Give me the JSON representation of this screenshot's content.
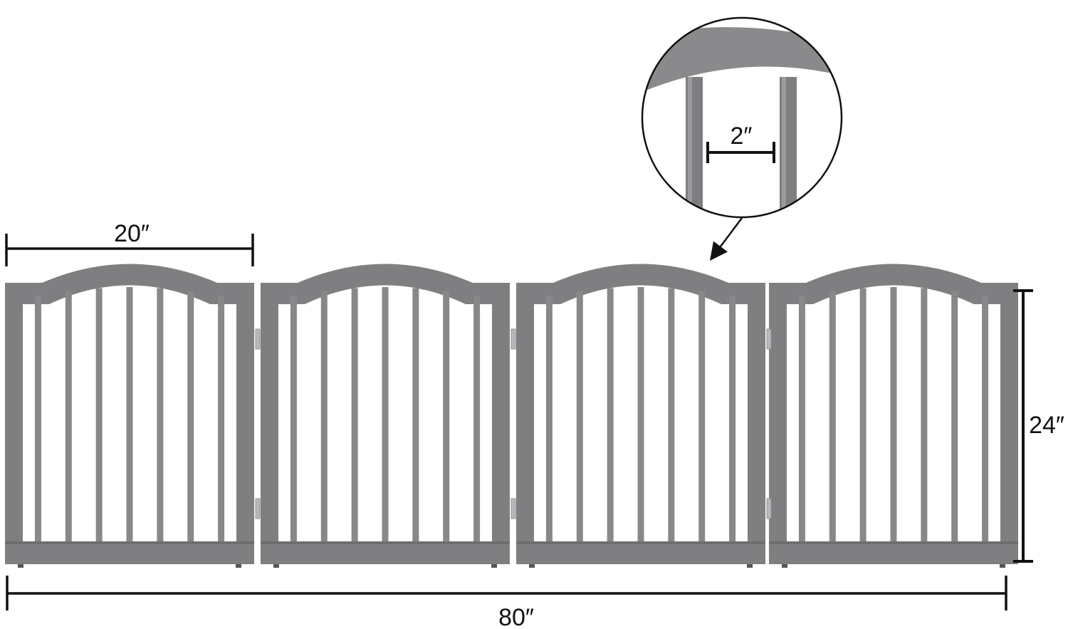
{
  "dimensions": {
    "panel_width": "20″",
    "bar_spacing": "2″",
    "height": "24″",
    "total_width": "80″"
  },
  "product": {
    "panel_count": 4,
    "bars_per_panel": 7
  },
  "colors": {
    "frame": "#7f7f81",
    "frame_dark": "#6e6e70",
    "bar": "#88888a",
    "hinge": "#b9b9bb",
    "line": "#111111",
    "background": "#ffffff"
  }
}
